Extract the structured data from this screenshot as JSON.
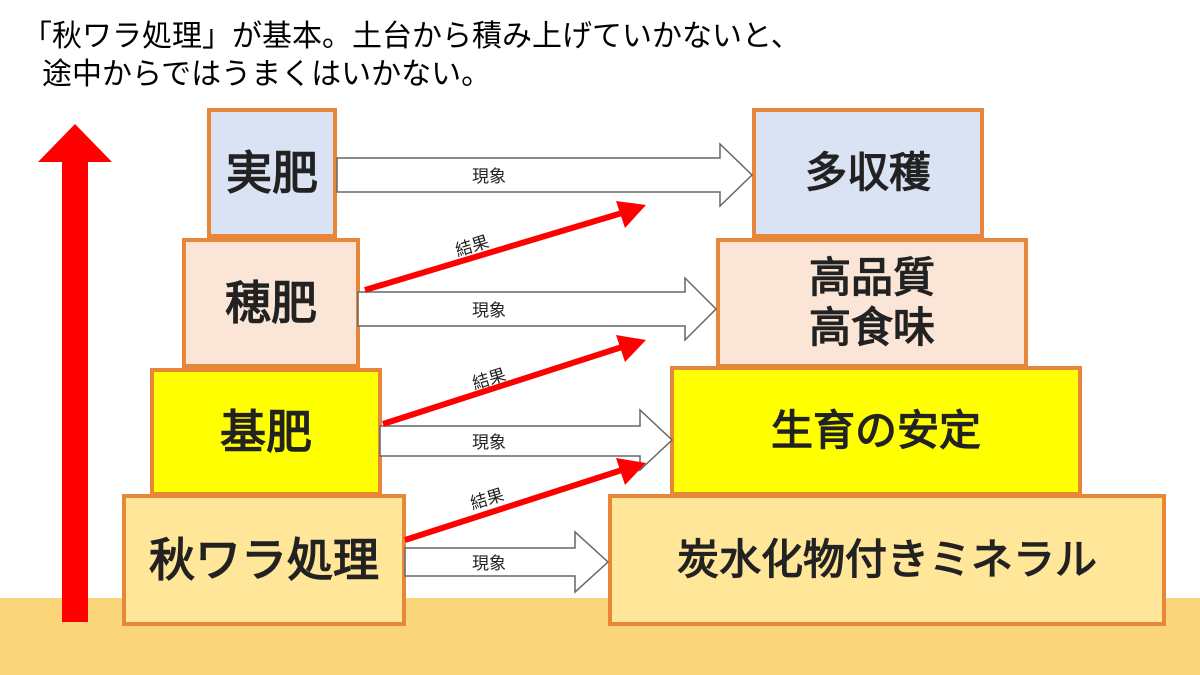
{
  "header": {
    "line1": "「秋ワラ処理」が基本。土台から積み上げていかないと、",
    "line2": "途中からではうまくはいかない。"
  },
  "left_stack": [
    {
      "label": "実肥"
    },
    {
      "label": "穂肥"
    },
    {
      "label": "基肥"
    },
    {
      "label": "秋ワラ処理"
    }
  ],
  "right_stack": [
    {
      "label": "多収穫"
    },
    {
      "label": "高品質",
      "label2": "高食味"
    },
    {
      "label": "生育の安定"
    },
    {
      "label": "炭水化物付きミネラル"
    }
  ],
  "arrow_labels": {
    "phenomenon": "現象",
    "result": "結果"
  },
  "colors": {
    "border": "#e8873a",
    "top": "#dae3f3",
    "second": "#fbe5d6",
    "third": "#ffff00",
    "bottom": "#ffe699",
    "ground": "#fbd57a",
    "red_arrow": "#ff0000"
  }
}
